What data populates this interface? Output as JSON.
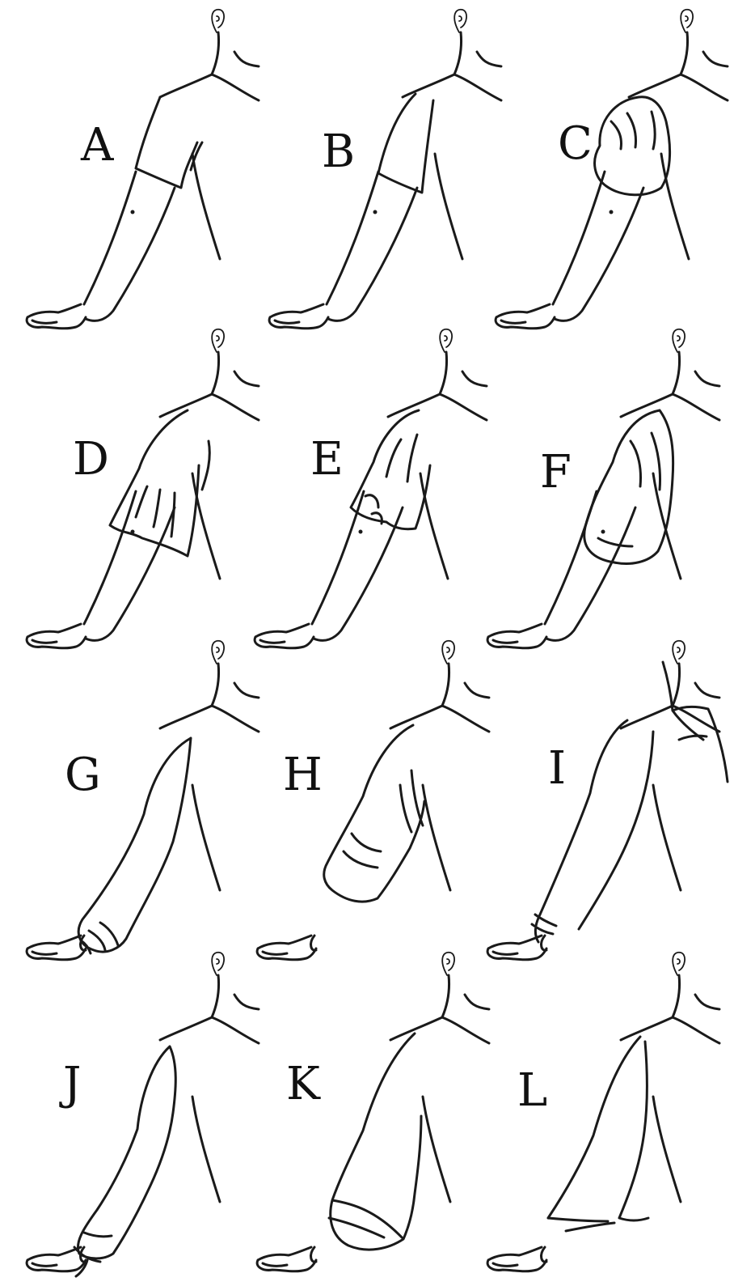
{
  "figure": {
    "sleeves": [
      {
        "id": "a",
        "label": "A",
        "style": "set-in short sleeve"
      },
      {
        "id": "b",
        "label": "B",
        "style": "cap sleeve"
      },
      {
        "id": "c",
        "label": "C",
        "style": "puff sleeve"
      },
      {
        "id": "d",
        "label": "D",
        "style": "flared short sleeve"
      },
      {
        "id": "e",
        "label": "E",
        "style": "gathered short sleeve"
      },
      {
        "id": "f",
        "label": "F",
        "style": "balloon sleeve"
      },
      {
        "id": "g",
        "label": "G",
        "style": "bishop sleeve"
      },
      {
        "id": "h",
        "label": "H",
        "style": "ruched long sleeve"
      },
      {
        "id": "i",
        "label": "I",
        "style": "shirt sleeve with cuff"
      },
      {
        "id": "j",
        "label": "J",
        "style": "peasant sleeve with band"
      },
      {
        "id": "k",
        "label": "K",
        "style": "sleeve with lantern panel"
      },
      {
        "id": "l",
        "label": "L",
        "style": "three-quarter sleeve"
      }
    ]
  }
}
